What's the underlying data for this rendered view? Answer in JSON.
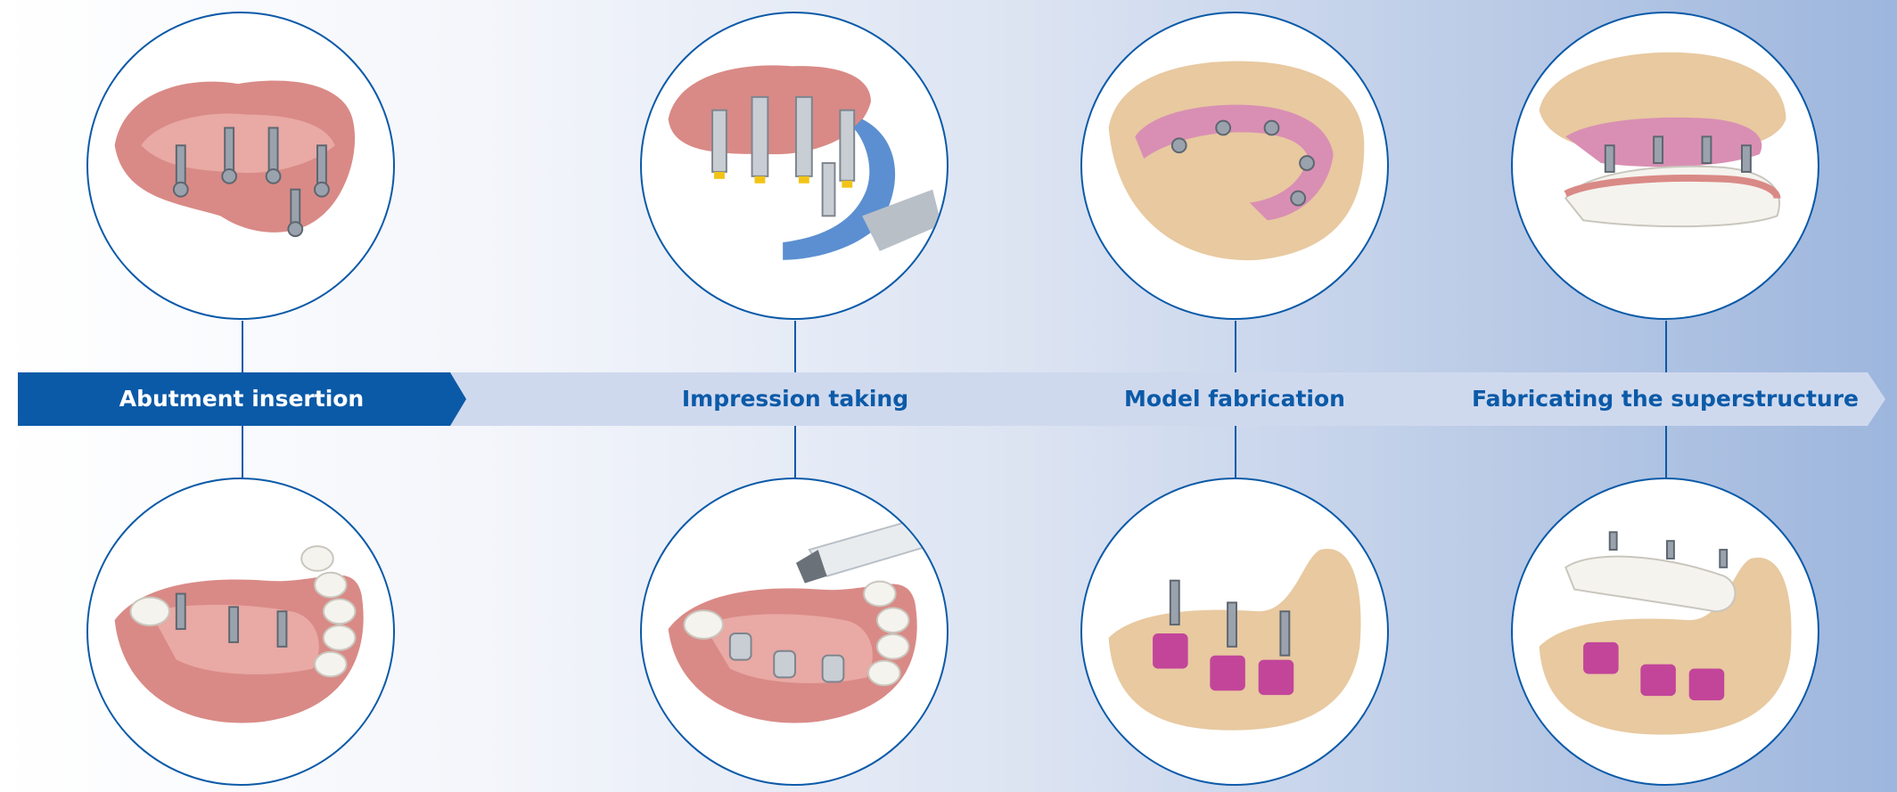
{
  "steps": [
    {
      "label": "Abutment insertion",
      "active": true
    },
    {
      "label": "Impression taking",
      "active": false
    },
    {
      "label": "Model fabrication",
      "active": false
    },
    {
      "label": "Fabricating the superstructure",
      "active": false
    }
  ],
  "colors": {
    "accent": "#0b5aa8",
    "band": "#cfd9ee",
    "gum": "#d98a86",
    "model_stone": "#e8c9a0",
    "tray": "#5b8fd1",
    "implant": "#9aa3ad",
    "magenta": "#c2459a",
    "tooth": "#f5f3ee"
  },
  "illustrations": {
    "top": [
      "upper-jaw-abutments-icon",
      "impression-tray-icon",
      "upper-stone-model-icon",
      "upper-superstructure-icon"
    ],
    "bottom": [
      "lower-jaw-abutments-icon",
      "intraoral-scanner-icon",
      "lower-stone-model-icon",
      "lower-superstructure-icon"
    ]
  }
}
